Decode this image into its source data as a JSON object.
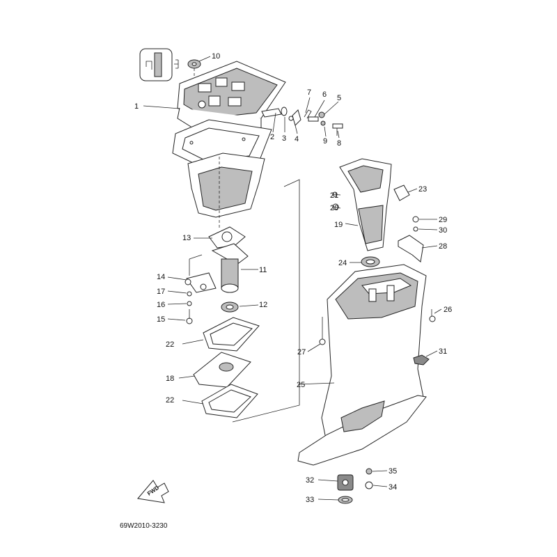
{
  "diagram": {
    "drawing_code": "69W2010-3230",
    "direction_label": "FWD",
    "parts": [
      {
        "number": "1"
      },
      {
        "number": "2"
      },
      {
        "number": "3"
      },
      {
        "number": "4"
      },
      {
        "number": "5"
      },
      {
        "number": "6"
      },
      {
        "number": "7"
      },
      {
        "number": "8"
      },
      {
        "number": "9"
      },
      {
        "number": "10"
      },
      {
        "number": "11"
      },
      {
        "number": "12"
      },
      {
        "number": "13"
      },
      {
        "number": "14"
      },
      {
        "number": "15"
      },
      {
        "number": "16"
      },
      {
        "number": "17"
      },
      {
        "number": "18"
      },
      {
        "number": "19"
      },
      {
        "number": "20"
      },
      {
        "number": "21"
      },
      {
        "number": "22"
      },
      {
        "number": "22"
      },
      {
        "number": "23"
      },
      {
        "number": "24"
      },
      {
        "number": "25"
      },
      {
        "number": "26"
      },
      {
        "number": "27"
      },
      {
        "number": "28"
      },
      {
        "number": "29"
      },
      {
        "number": "30"
      },
      {
        "number": "31"
      },
      {
        "number": "32"
      },
      {
        "number": "33"
      },
      {
        "number": "34"
      },
      {
        "number": "35"
      }
    ]
  }
}
